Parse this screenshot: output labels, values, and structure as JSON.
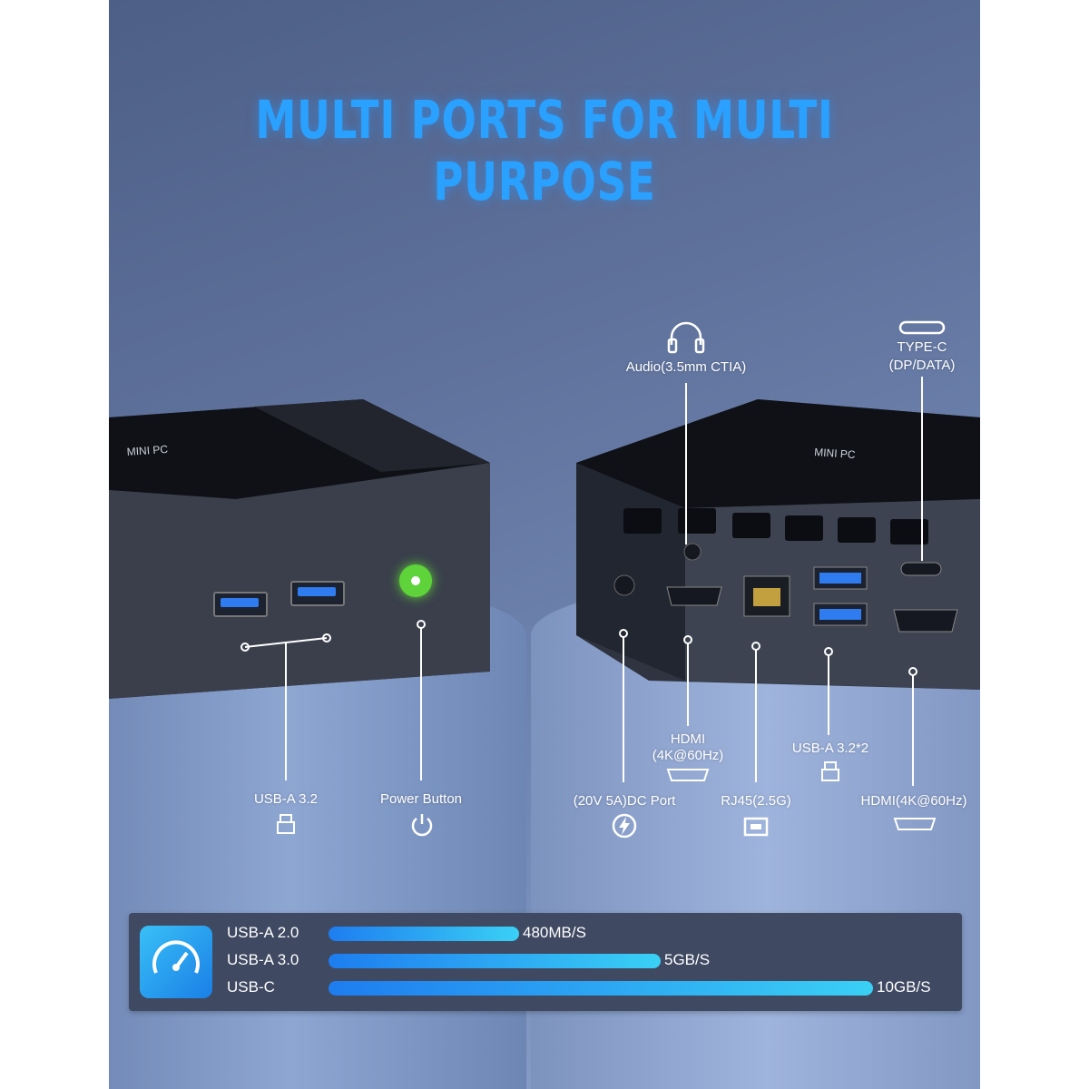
{
  "title": "MULTI PORTS FOR MULTI PURPOSE",
  "front": {
    "usb_label": "USB-A 3.2",
    "power_label": "Power Button"
  },
  "rear": {
    "audio_label": "Audio(3.5mm CTIA)",
    "typec_label_1": "TYPE-C",
    "typec_label_2": "(DP/DATA)",
    "hdmi1_label_1": "HDMI",
    "hdmi1_label_2": "(4K@60Hz)",
    "dc_label": "(20V 5A)DC Port",
    "rj45_label": "RJ45(2.5G)",
    "usba_label": "USB-A 3.2*2",
    "hdmi2_label": "HDMI(4K@60Hz)"
  },
  "speeds": [
    {
      "label": "USB-A 2.0",
      "value_text": "480MB/S",
      "fill": 0.35
    },
    {
      "label": "USB-A 3.0",
      "value_text": "5GB/S",
      "fill": 0.61
    },
    {
      "label": "USB-C",
      "value_text": "10GB/S",
      "fill": 1.0
    }
  ],
  "colors": {
    "title": "#2aa0ff",
    "bar_start": "#1e7df0",
    "bar_end": "#3ad0f5",
    "power_led": "#5fd33a",
    "usb_port": "#2e7cf0"
  },
  "icons": [
    "headphones-icon",
    "usb-c-icon",
    "power-icon",
    "lightning-icon",
    "usb-a-icon",
    "hdmi-icon",
    "ethernet-icon",
    "speedometer-icon"
  ]
}
